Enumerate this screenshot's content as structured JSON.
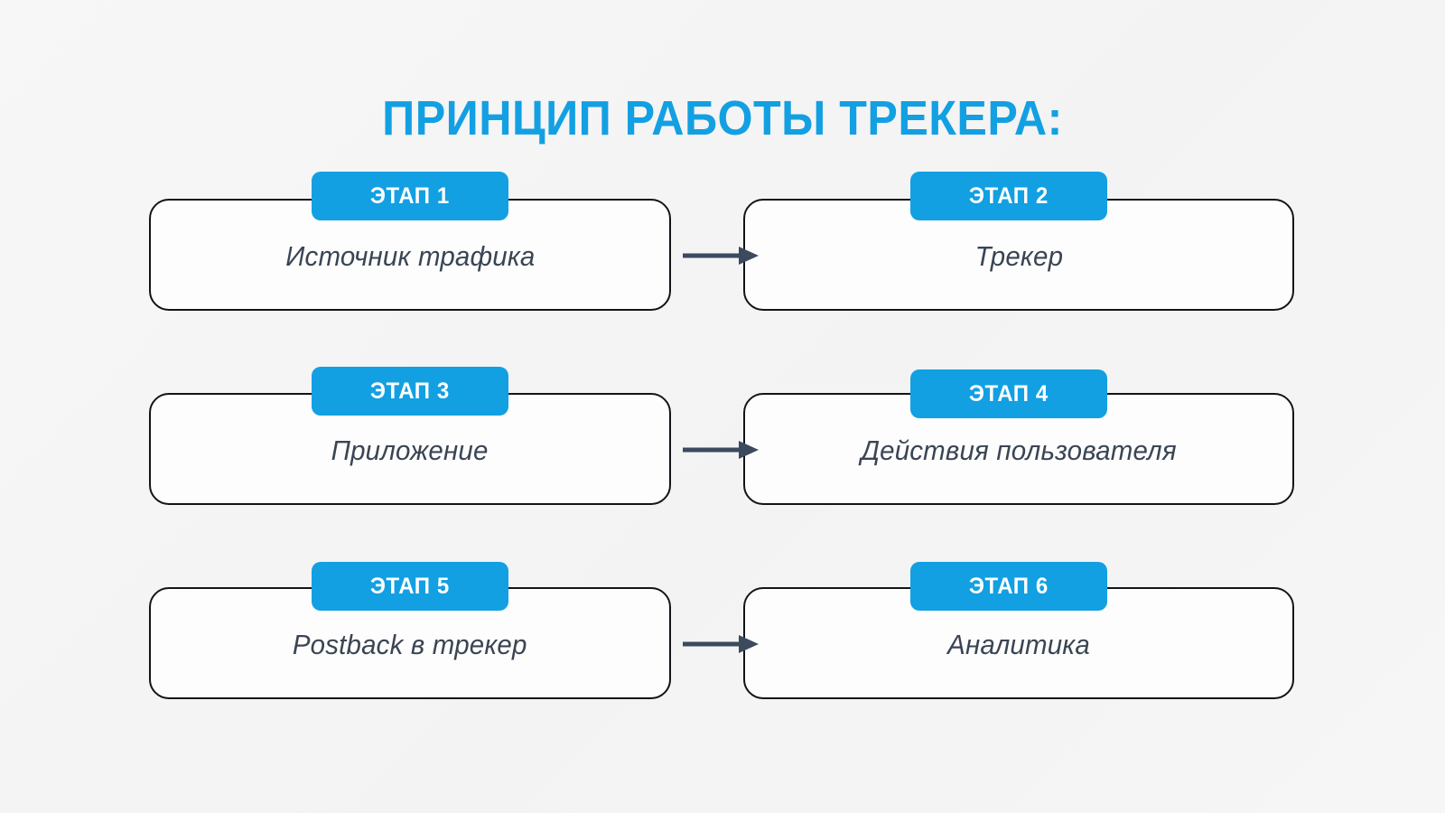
{
  "page": {
    "title": "ПРИНЦИП РАБОТЫ ТРЕКЕРА:",
    "background_color": "#f5f5f5",
    "accent_color": "#12a0e2",
    "card_border_color": "#111418",
    "card_fill_color": "#fdfdfd",
    "body_text_color": "#3a4553",
    "arrow_color": "#3b4a5e"
  },
  "flow": {
    "steps": [
      {
        "badge": "ЭТАП 1",
        "label": "Источник трафика",
        "column": "left",
        "row": 1
      },
      {
        "badge": "ЭТАП 2",
        "label": "Трекер",
        "column": "right",
        "row": 1
      },
      {
        "badge": "ЭТАП 3",
        "label": "Приложение",
        "column": "left",
        "row": 2
      },
      {
        "badge": "ЭТАП 4",
        "label": "Действия пользователя",
        "column": "right",
        "row": 2
      },
      {
        "badge": "ЭТАП 5",
        "label": "Postback в трекер",
        "column": "left",
        "row": 3
      },
      {
        "badge": "ЭТАП 6",
        "label": "Аналитика",
        "column": "right",
        "row": 3
      }
    ],
    "connectors": [
      {
        "from": "ЭТАП 1",
        "to": "ЭТАП 2",
        "direction": "right"
      },
      {
        "from": "ЭТАП 3",
        "to": "ЭТАП 4",
        "direction": "right"
      },
      {
        "from": "ЭТАП 5",
        "to": "ЭТАП 6",
        "direction": "right"
      }
    ]
  }
}
